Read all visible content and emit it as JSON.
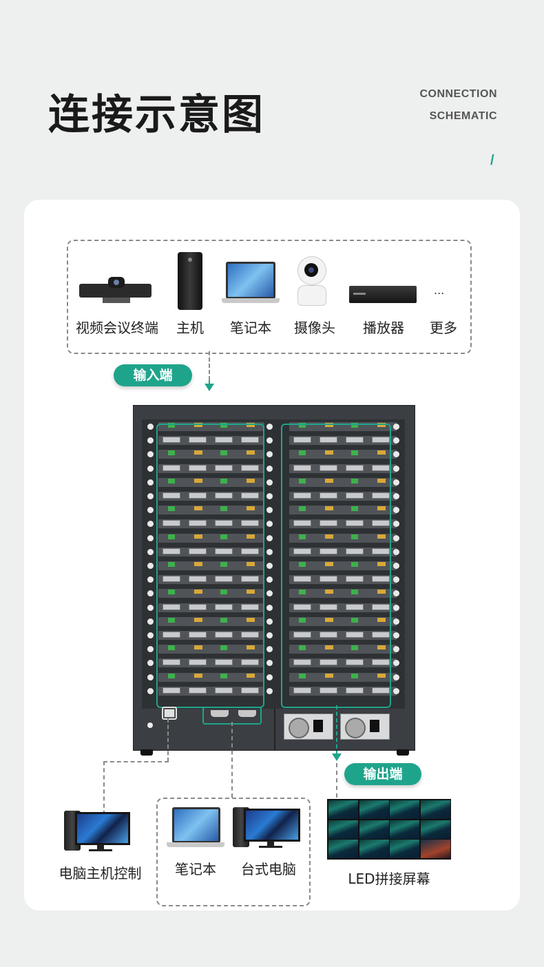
{
  "header": {
    "title": "连接示意图",
    "subtitle_line1": "CONNECTION",
    "subtitle_line2": "SCHEMATIC",
    "decor_mark": "/"
  },
  "inputs": {
    "devices": [
      {
        "label": "视频会议终端",
        "icon": "video-conference-icon"
      },
      {
        "label": "主机",
        "icon": "pc-tower-icon"
      },
      {
        "label": "笔记本",
        "icon": "laptop-icon"
      },
      {
        "label": "摄像头",
        "icon": "camera-icon"
      },
      {
        "label": "播放器",
        "icon": "player-icon"
      },
      {
        "label": "更多",
        "icon": "more-icon"
      }
    ],
    "more_glyph": "...",
    "badge": "输入端"
  },
  "output": {
    "badge": "输出端",
    "screen_label": "LED拼接屏幕"
  },
  "control": {
    "pc_label": "电脑主机控制",
    "laptop_label": "笔记本",
    "desktop_label": "台式电脑"
  },
  "colors": {
    "accent": "#1fa48c",
    "chassis": "#3b3e42",
    "background": "#eeefef"
  }
}
